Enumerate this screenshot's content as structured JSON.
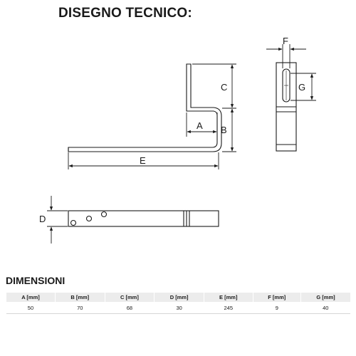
{
  "title": "DISEGNO TECNICO:",
  "dimension_labels": {
    "a": "A",
    "b": "B",
    "c": "C",
    "d": "D",
    "e": "E",
    "f": "F",
    "g": "G"
  },
  "section_title": "DIMENSIONI",
  "table": {
    "headers": [
      "A [mm]",
      "B [mm]",
      "C [mm]",
      "D [mm]",
      "E [mm]",
      "F [mm]",
      "G [mm]"
    ],
    "values": [
      "50",
      "70",
      "68",
      "30",
      "245",
      "9",
      "40"
    ]
  },
  "colors": {
    "line": "#1a1a1a",
    "part_fill": "#ffffff",
    "header_bg": "#ececec"
  }
}
